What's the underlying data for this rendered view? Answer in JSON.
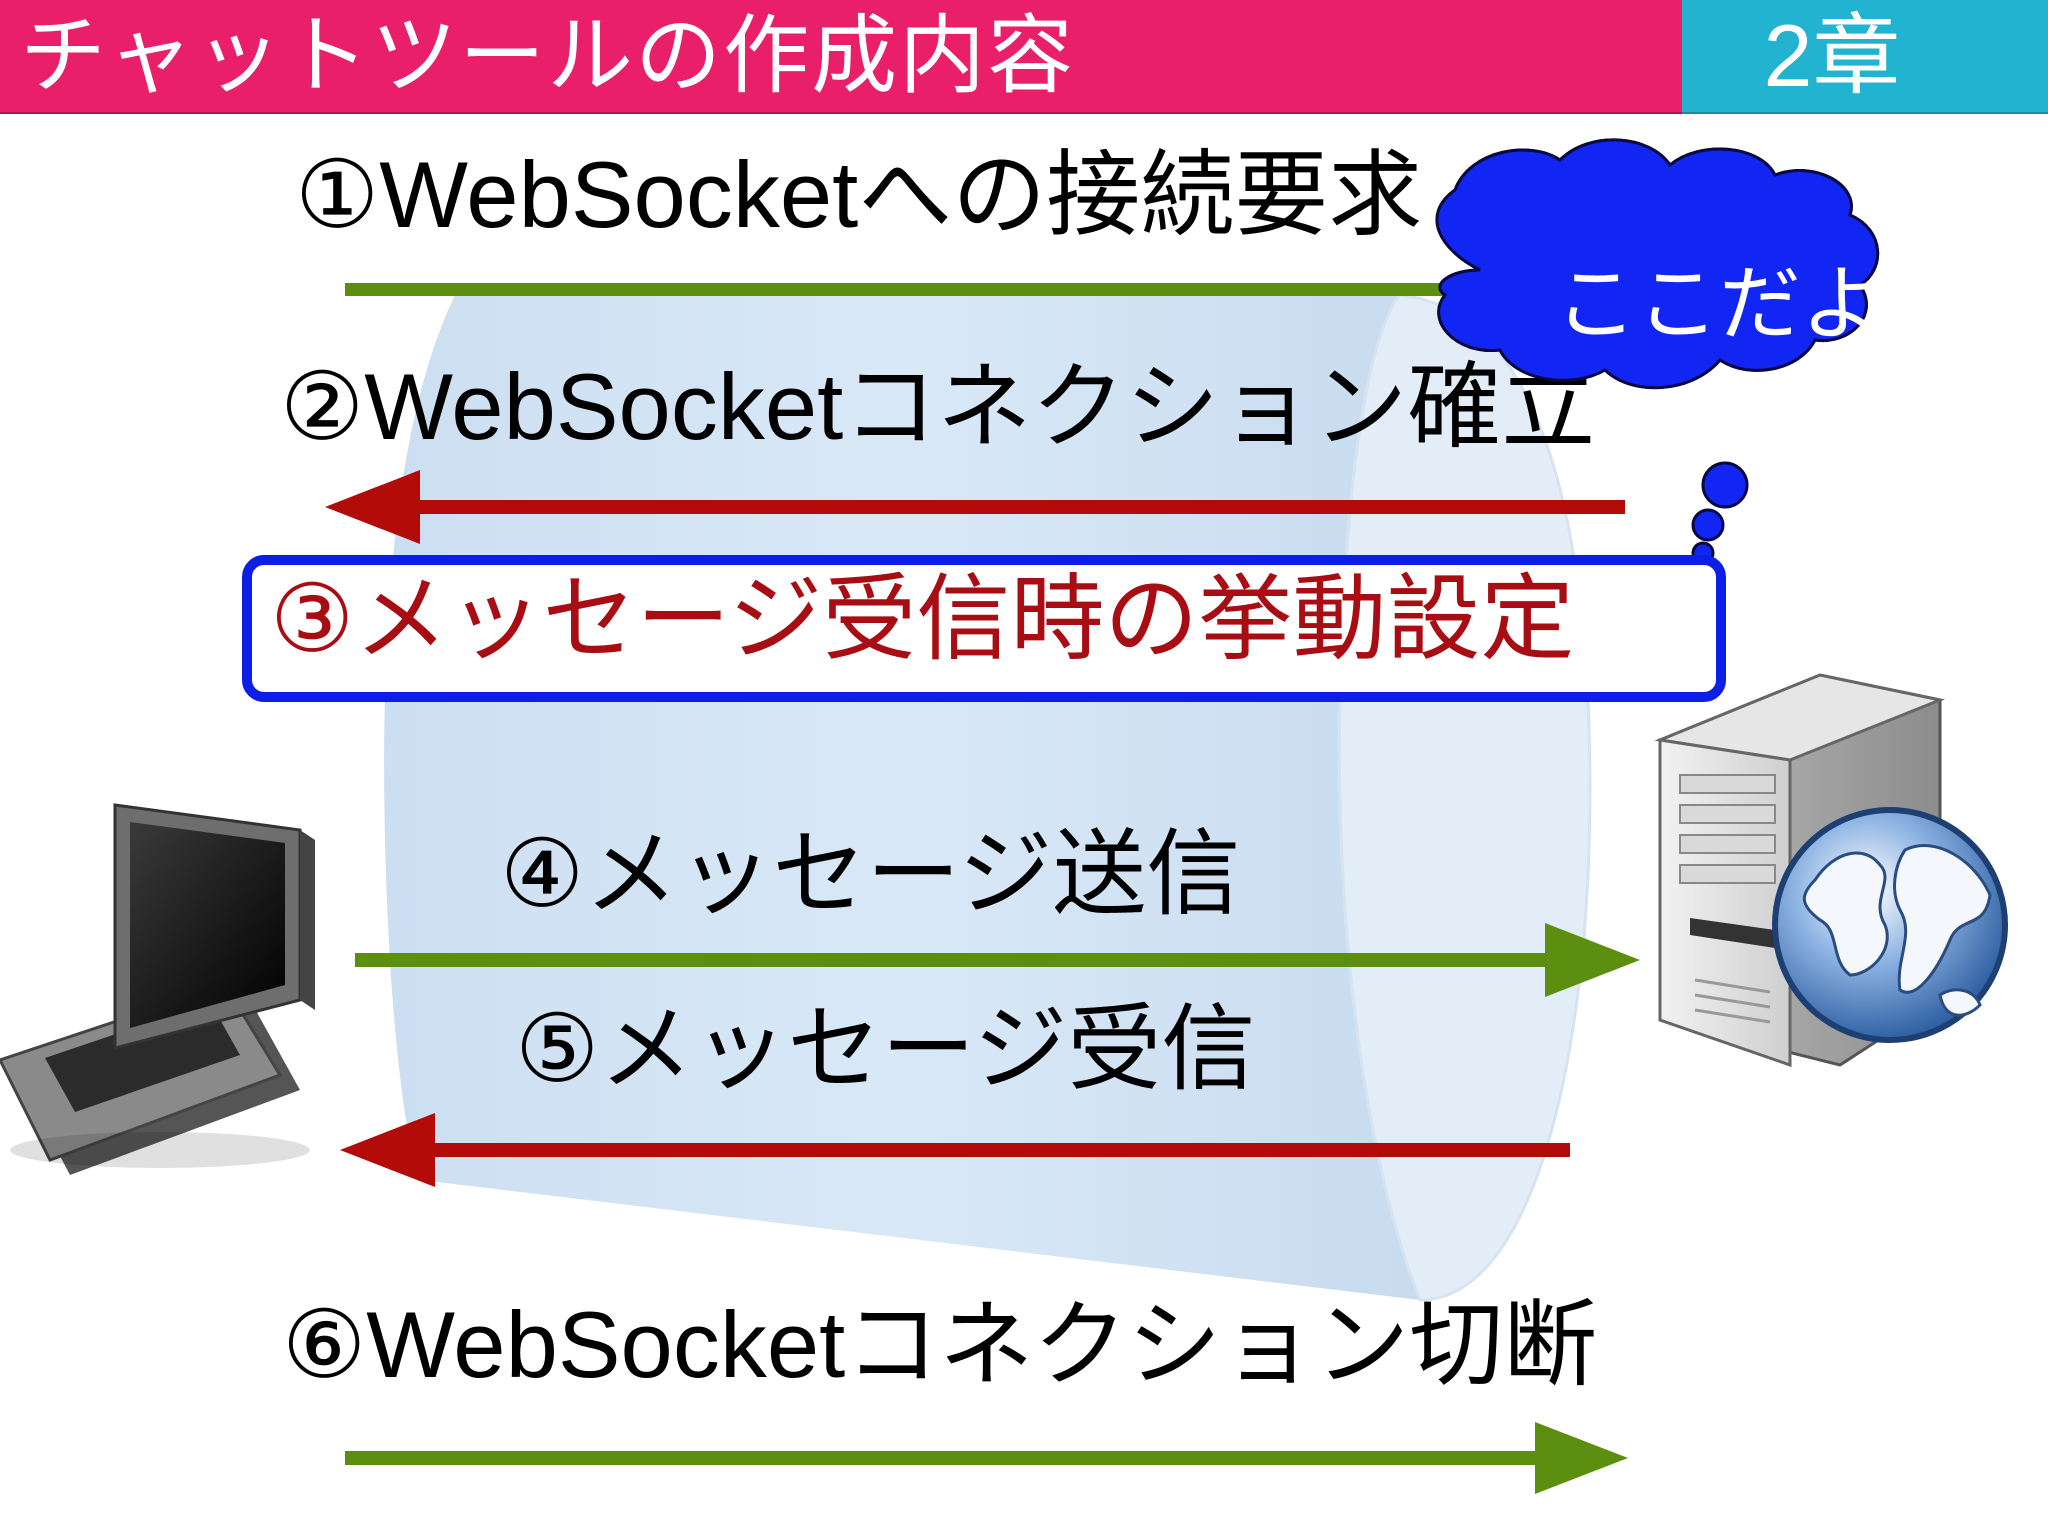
{
  "header": {
    "title": "チャットツールの作成内容",
    "chapter": "2章"
  },
  "steps": [
    {
      "label": "①WebSocketへの接続要求",
      "direction": "client-to-server",
      "color": "#5c8f0f"
    },
    {
      "label": "②WebSocketコネクション確立",
      "direction": "server-to-client",
      "color": "#b30a0a"
    },
    {
      "label": "③メッセージ受信時の挙動設定",
      "highlighted": true,
      "color": "#a80d14"
    },
    {
      "label": "④メッセージ送信",
      "direction": "client-to-server",
      "color": "#5c8f0f"
    },
    {
      "label": "⑤メッセージ受信",
      "direction": "server-to-client",
      "color": "#b30a0a"
    },
    {
      "label": "⑥WebSocketコネクション切断",
      "direction": "client-to-server",
      "color": "#5c8f0f"
    }
  ],
  "callout": {
    "text": "ここだよ",
    "fill": "#1126f2"
  },
  "icons": {
    "client": "laptop-icon",
    "server": "web-server-icon"
  },
  "colors": {
    "title_bar": "#e91f6a",
    "chapter_box": "#21b3cf",
    "highlight_border": "#0d1fe6",
    "tunnel": "#c9def2"
  }
}
